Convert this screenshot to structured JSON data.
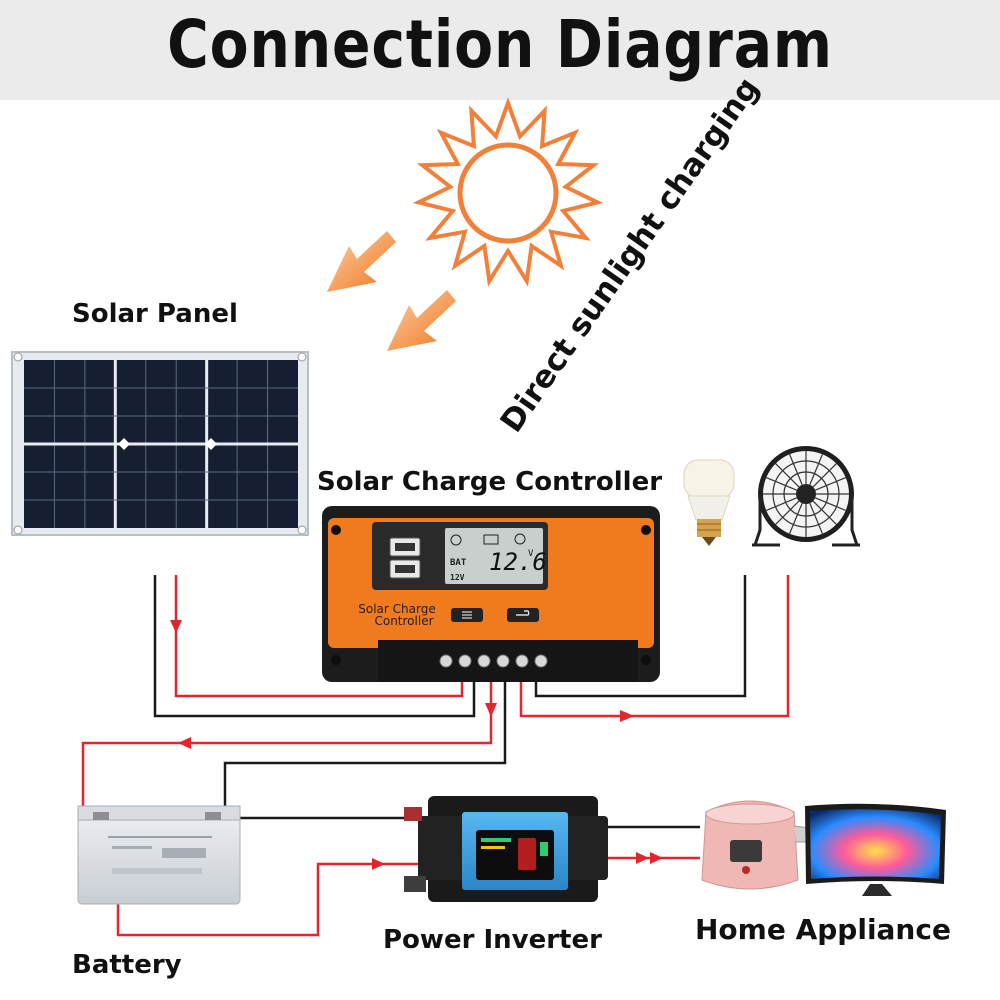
{
  "title": "Connection Diagram",
  "sunlight_label": "Direct sunlight charging",
  "labels": {
    "solar_panel": "Solar Panel",
    "charge_controller": "Solar Charge Controller",
    "battery": "Battery",
    "power_inverter": "Power Inverter",
    "home_appliance": "Home Appliance"
  },
  "controller_face": {
    "line1": "Solar Charge",
    "line2": "Controller",
    "lcd_bat": "BAT",
    "lcd_voltage": "12.6",
    "lcd_unit": "V",
    "lcd_system": "12V"
  },
  "colors": {
    "header_bg": "#ebebeb",
    "wire_red": "#e4252c",
    "wire_black": "#1a1a1a",
    "sun": "#f2803a",
    "controller_orange": "#f07a1e",
    "inverter_blue": "#3a9fe0"
  }
}
